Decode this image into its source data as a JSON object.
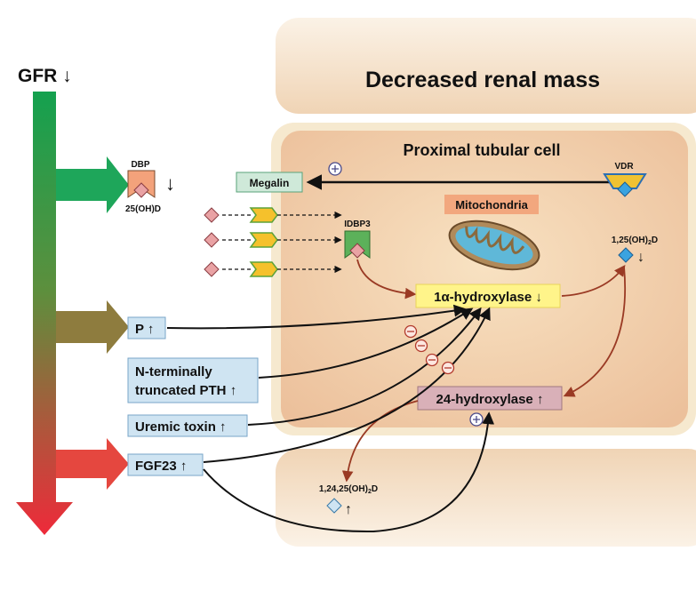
{
  "gfr": {
    "label": "GFR",
    "arrow": "↓"
  },
  "decreased_renal_mass": "Decreased renal mass",
  "proximal_tubular_cell": "Proximal tubular cell",
  "dbp": {
    "label": "DBP",
    "arrow": "↓",
    "ligand": "25(OH)D"
  },
  "megalin": "Megalin",
  "vdr": "VDR",
  "mitochondria": "Mitochondria",
  "idbp3": "IDBP3",
  "hydroxylase_1a": {
    "label": "1α-hydroxylase",
    "arrow": "↓"
  },
  "hydroxylase_24": {
    "label": "24-hydroxylase",
    "arrow": "↑"
  },
  "calcitriol": {
    "label": "1,25(OH)",
    "sub": "2",
    "suffix": "D",
    "arrow": "↓"
  },
  "calcitetrol": {
    "label": "1,24,25(OH)",
    "sub": "2",
    "suffix": "D",
    "arrow": "↑"
  },
  "factors": {
    "p": {
      "label": "P",
      "arrow": "↑"
    },
    "pth_line1": "N-terminally",
    "pth_line2": "truncated PTH",
    "pth_arrow": "↑",
    "uremic": {
      "label": "Uremic toxin",
      "arrow": "↑"
    },
    "fgf23": {
      "label": "FGF23",
      "arrow": "↑"
    }
  },
  "colors": {
    "gfr_top": "#14a14f",
    "gfr_bottom": "#ee2a3a",
    "box_blue": "#cfe4f2",
    "hydroxylase_yellow": "#fff48a",
    "hydroxylase_pink": "#d9b0b8",
    "cell_fill": "#f1cda9",
    "megalin_fill": "#cfe9d9",
    "mito_label": "#f2a77e",
    "diamond_pink": "#e9a2a4",
    "diamond_blue": "#3aa3e0",
    "arrow_brown": "#9a3a24"
  }
}
